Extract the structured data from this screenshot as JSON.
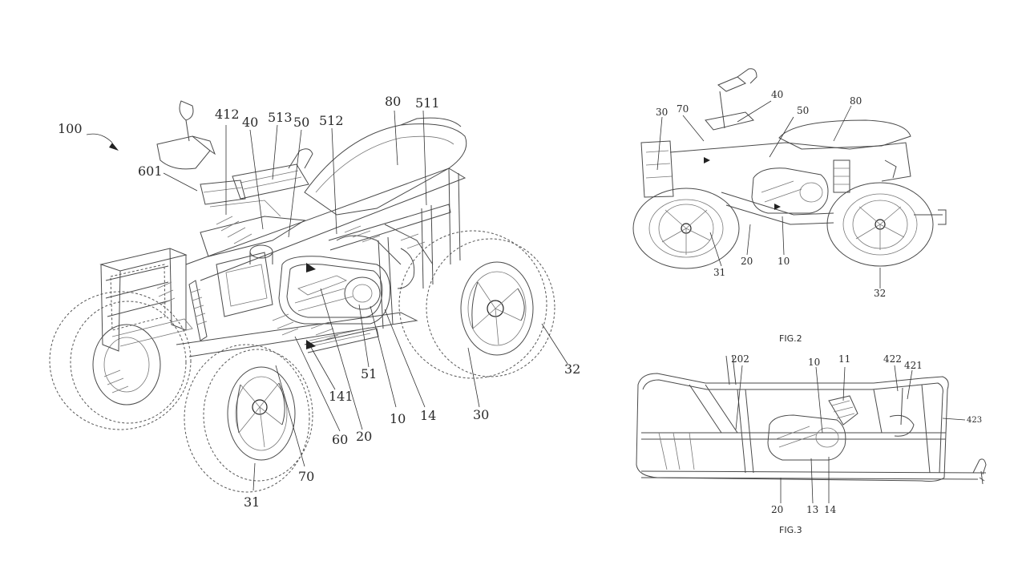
{
  "figures": [
    {
      "id": "fig1",
      "caption": "",
      "refs": [
        "100",
        "601",
        "412",
        "40",
        "513",
        "50",
        "512",
        "80",
        "511",
        "51",
        "141",
        "60",
        "20",
        "10",
        "14",
        "30",
        "32",
        "70",
        "31"
      ]
    },
    {
      "id": "fig2",
      "caption": "FIG.2",
      "refs": [
        "30",
        "70",
        "40",
        "50",
        "80",
        "31",
        "20",
        "10",
        "32"
      ]
    },
    {
      "id": "fig3",
      "caption": "FIG.3",
      "refs": [
        "202",
        "10",
        "11",
        "422",
        "421",
        "423",
        "20",
        "13",
        "14"
      ]
    }
  ],
  "labels": {
    "f1": {
      "r100": "100",
      "r601": "601",
      "r412": "412",
      "r40": "40",
      "r513": "513",
      "r50": "50",
      "r512": "512",
      "r80": "80",
      "r511": "511",
      "r51": "51",
      "r141": "141",
      "r60": "60",
      "r20": "20",
      "r10": "10",
      "r14": "14",
      "r30": "30",
      "r32": "32",
      "r70": "70",
      "r31": "31"
    },
    "f2": {
      "r30": "30",
      "r70": "70",
      "r40": "40",
      "r50": "50",
      "r80": "80",
      "r31": "31",
      "r20": "20",
      "r10": "10",
      "r32": "32"
    },
    "f3": {
      "r202": "202",
      "r10": "10",
      "r11": "11",
      "r422": "422",
      "r421": "421",
      "r423": "423",
      "r20": "20",
      "r13": "13",
      "r14": "14"
    }
  },
  "captions": {
    "fig2": "FIG.2",
    "fig3": "FIG.3"
  }
}
